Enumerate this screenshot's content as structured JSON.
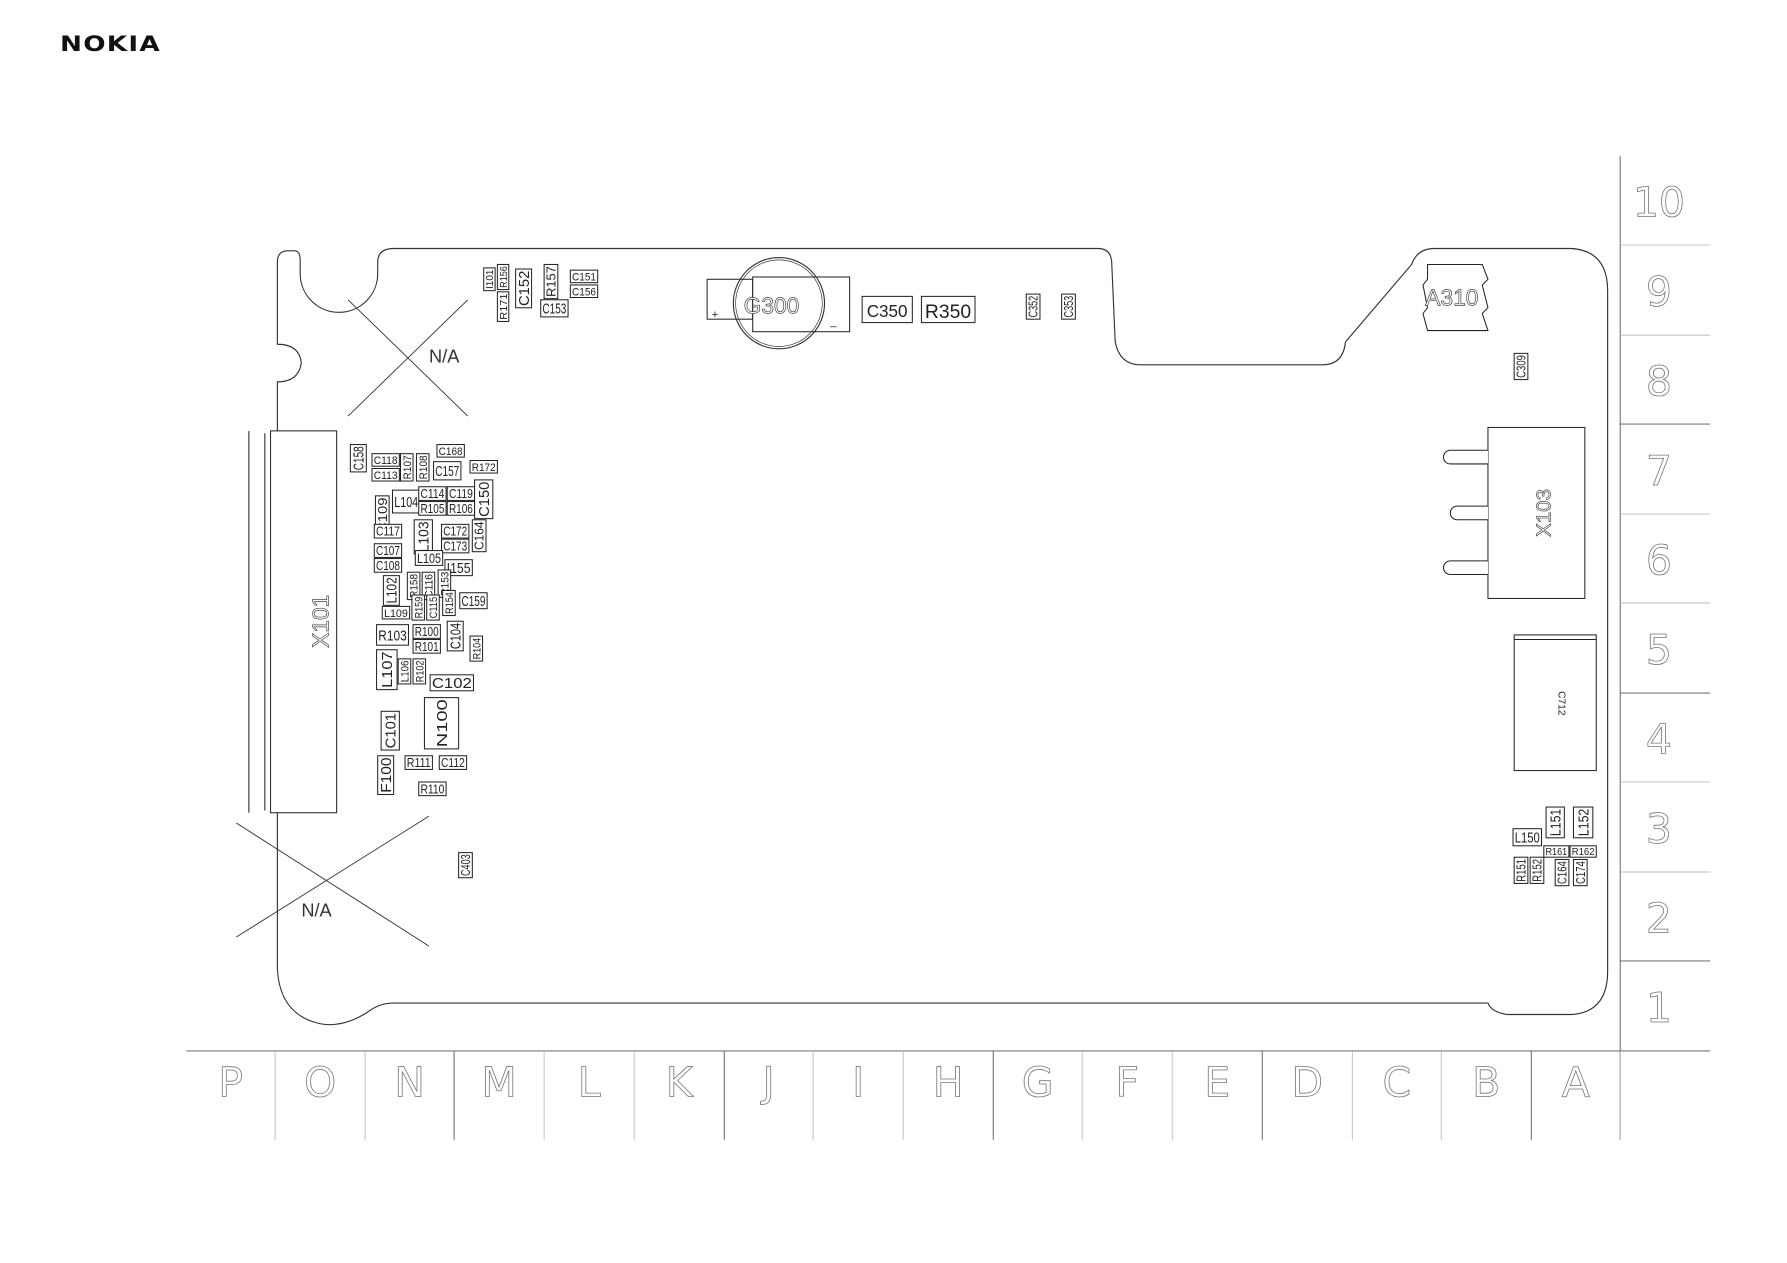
{
  "brand": {
    "logo": "NOKIA"
  },
  "grid": {
    "rows": [
      "10",
      "9",
      "8",
      "7",
      "6",
      "5",
      "4",
      "3",
      "2",
      "1"
    ],
    "columns": [
      "P",
      "O",
      "N",
      "M",
      "L",
      "K",
      "J",
      "I",
      "H",
      "G",
      "F",
      "E",
      "D",
      "C",
      "B",
      "A"
    ]
  },
  "markers": {
    "not_assembled_top": "N/A",
    "not_assembled_bottom": "N/A"
  },
  "major_components": {
    "connector_left": "X101",
    "connector_right": "X103",
    "battery": "G300",
    "battery_plus": "+",
    "battery_minus": "_",
    "antenna": "A310",
    "c712": "C712",
    "c350": "C350",
    "r350": "R350"
  },
  "components": [
    "I101",
    "R156",
    "R171",
    "C152",
    "R157",
    "C153",
    "C151",
    "C156",
    "C352",
    "C353",
    "C309",
    "C158",
    "C118",
    "C113",
    "R107",
    "R108",
    "C168",
    "C157",
    "R172",
    "C109",
    "L104",
    "C114",
    "C119",
    "R105",
    "R106",
    "C150",
    "C117",
    "L103",
    "C172",
    "C173",
    "C164",
    "C107",
    "C108",
    "L105",
    "I155",
    "L102",
    "R158",
    "C116",
    "R153",
    "L109",
    "R159",
    "C115",
    "R154",
    "C159",
    "R103",
    "R100",
    "R101",
    "C104",
    "R104",
    "L107",
    "L106",
    "R102",
    "C102",
    "N100",
    "C101",
    "F100",
    "R111",
    "C112",
    "R110",
    "C403",
    "L150",
    "L151",
    "L152",
    "R161",
    "R162",
    "R151",
    "R152",
    "C164",
    "C174"
  ]
}
